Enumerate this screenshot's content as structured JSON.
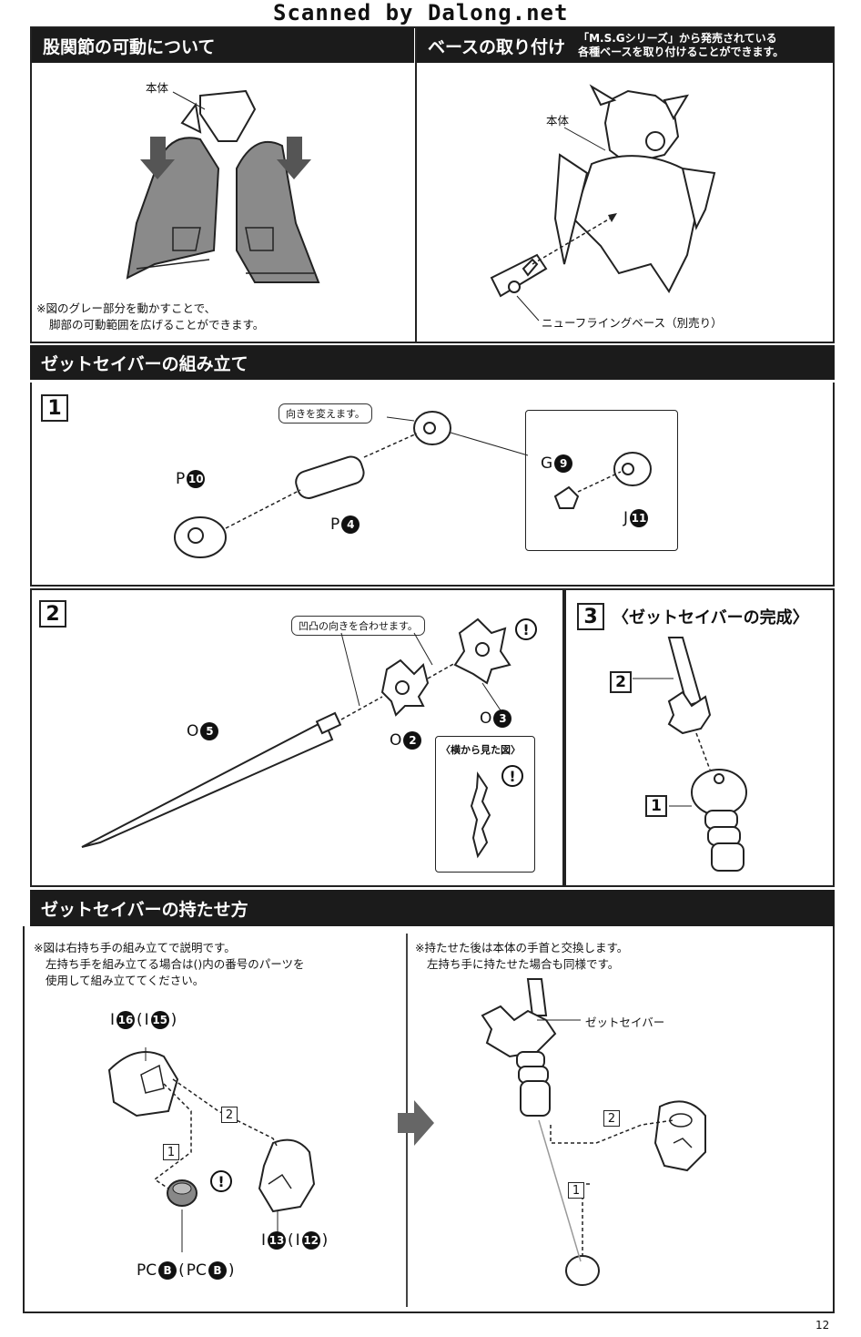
{
  "watermark": "Scanned by Dalong.net",
  "page_number": "12",
  "hip": {
    "title": "股関節の可動について",
    "body_label": "本体",
    "note": [
      "※図のグレー部分を動かすことで、",
      "脚部の可動範囲を広げることができます。"
    ]
  },
  "base": {
    "title": "ベースの取り付け",
    "subtitle": [
      "「M.S.Gシリーズ」から発売されている",
      "各種ベースを取り付けることができます。"
    ],
    "body_label": "本体",
    "base_label": "ニューフライングベース（別売り）"
  },
  "assembly": {
    "title": "ゼットセイバーの組み立て",
    "step1": {
      "num": "1",
      "callout": "向きを変えます。",
      "parts": {
        "p10": {
          "letter": "P",
          "num": "10"
        },
        "p4": {
          "letter": "P",
          "num": "4"
        },
        "g9": {
          "letter": "G",
          "num": "9"
        },
        "j11": {
          "letter": "J",
          "num": "11"
        }
      }
    },
    "step2": {
      "num": "2",
      "callout": "凹凸の向きを合わせます。",
      "side_view": "〈横から見た図〉",
      "parts": {
        "o5": {
          "letter": "O",
          "num": "5"
        },
        "o2": {
          "letter": "O",
          "num": "2"
        },
        "o3": {
          "letter": "O",
          "num": "3"
        }
      }
    },
    "step3": {
      "num": "3",
      "title": "〈ゼットセイバーの完成〉",
      "ref2": "2",
      "ref1": "1"
    }
  },
  "holding": {
    "title": "ゼットセイバーの持たせ方",
    "left_note": [
      "※図は右持ち手の組み立てで説明です。",
      "左持ち手を組み立てる場合は()内の番号のパーツを",
      "使用して組み立ててください。"
    ],
    "right_note": [
      "※持たせた後は本体の手首と交換します。",
      "左持ち手に持たせた場合も同様です。"
    ],
    "i16": {
      "letter": "I",
      "num": "16",
      "alt_letter": "I",
      "alt_num": "15"
    },
    "i13": {
      "letter": "I",
      "num": "13",
      "alt_letter": "I",
      "alt_num": "12"
    },
    "pcb": {
      "letter": "PC",
      "num": "B",
      "alt_letter": "PC",
      "alt_num": "B"
    },
    "saber_label": "ゼットセイバー",
    "step_a": "1",
    "step_b": "2"
  }
}
